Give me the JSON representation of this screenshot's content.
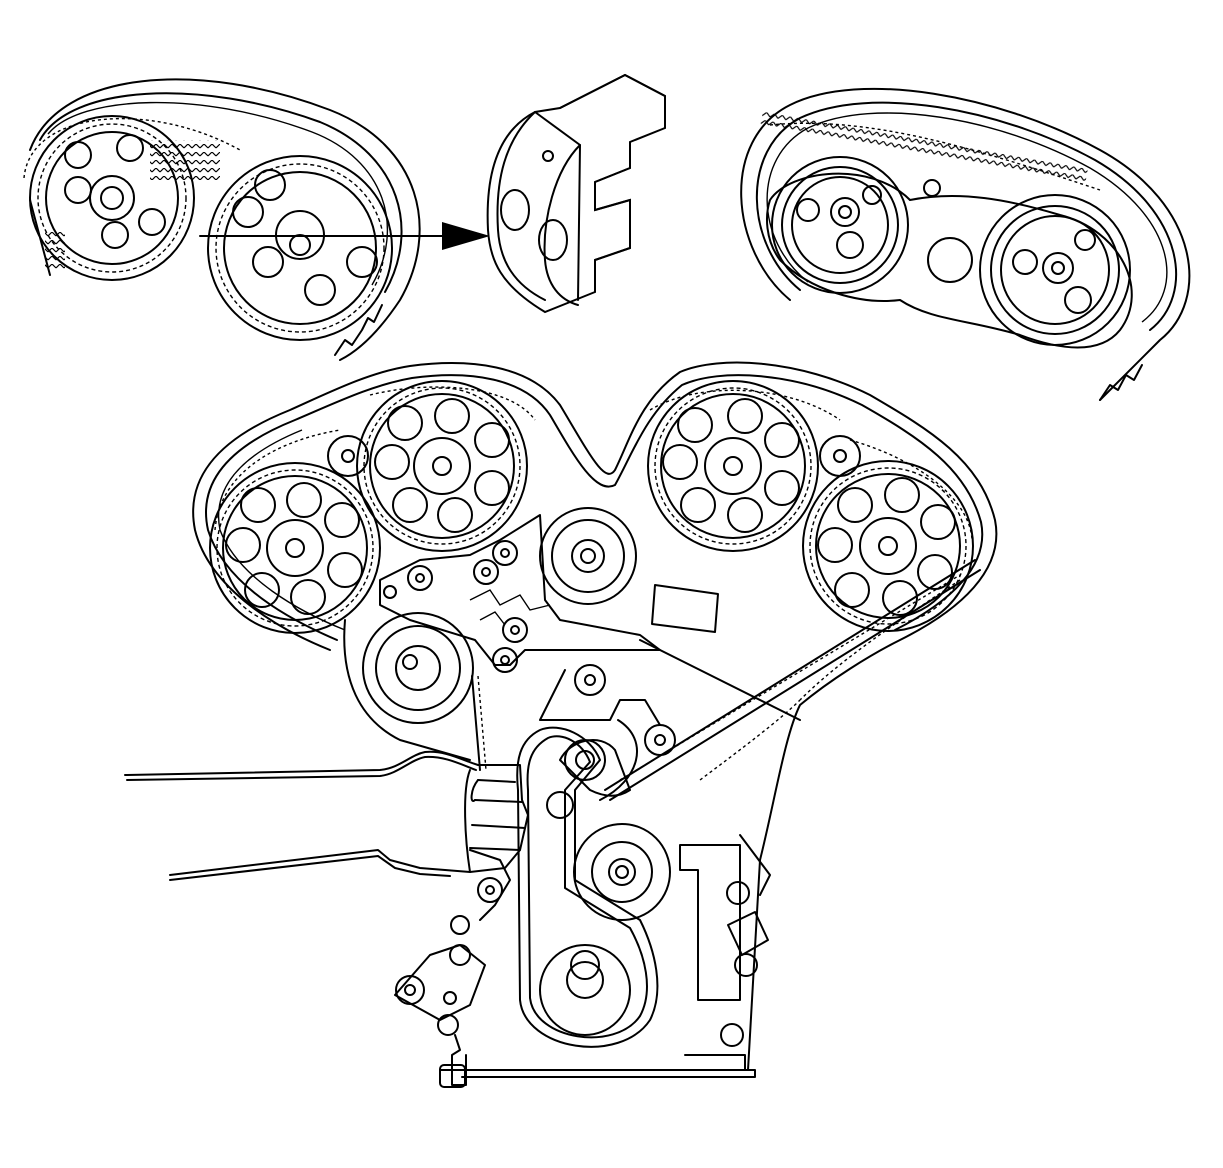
{
  "diagram": {
    "background": "#ffffff",
    "line_color": "#000000",
    "views": [
      "top-left-camshaft-sprocket-detail",
      "camshaft-locking-tool",
      "top-right-camshaft-sprocket-detail",
      "engine-front-timing-belt-layout"
    ],
    "pointer_style": "solid-arrowhead",
    "labels": []
  }
}
